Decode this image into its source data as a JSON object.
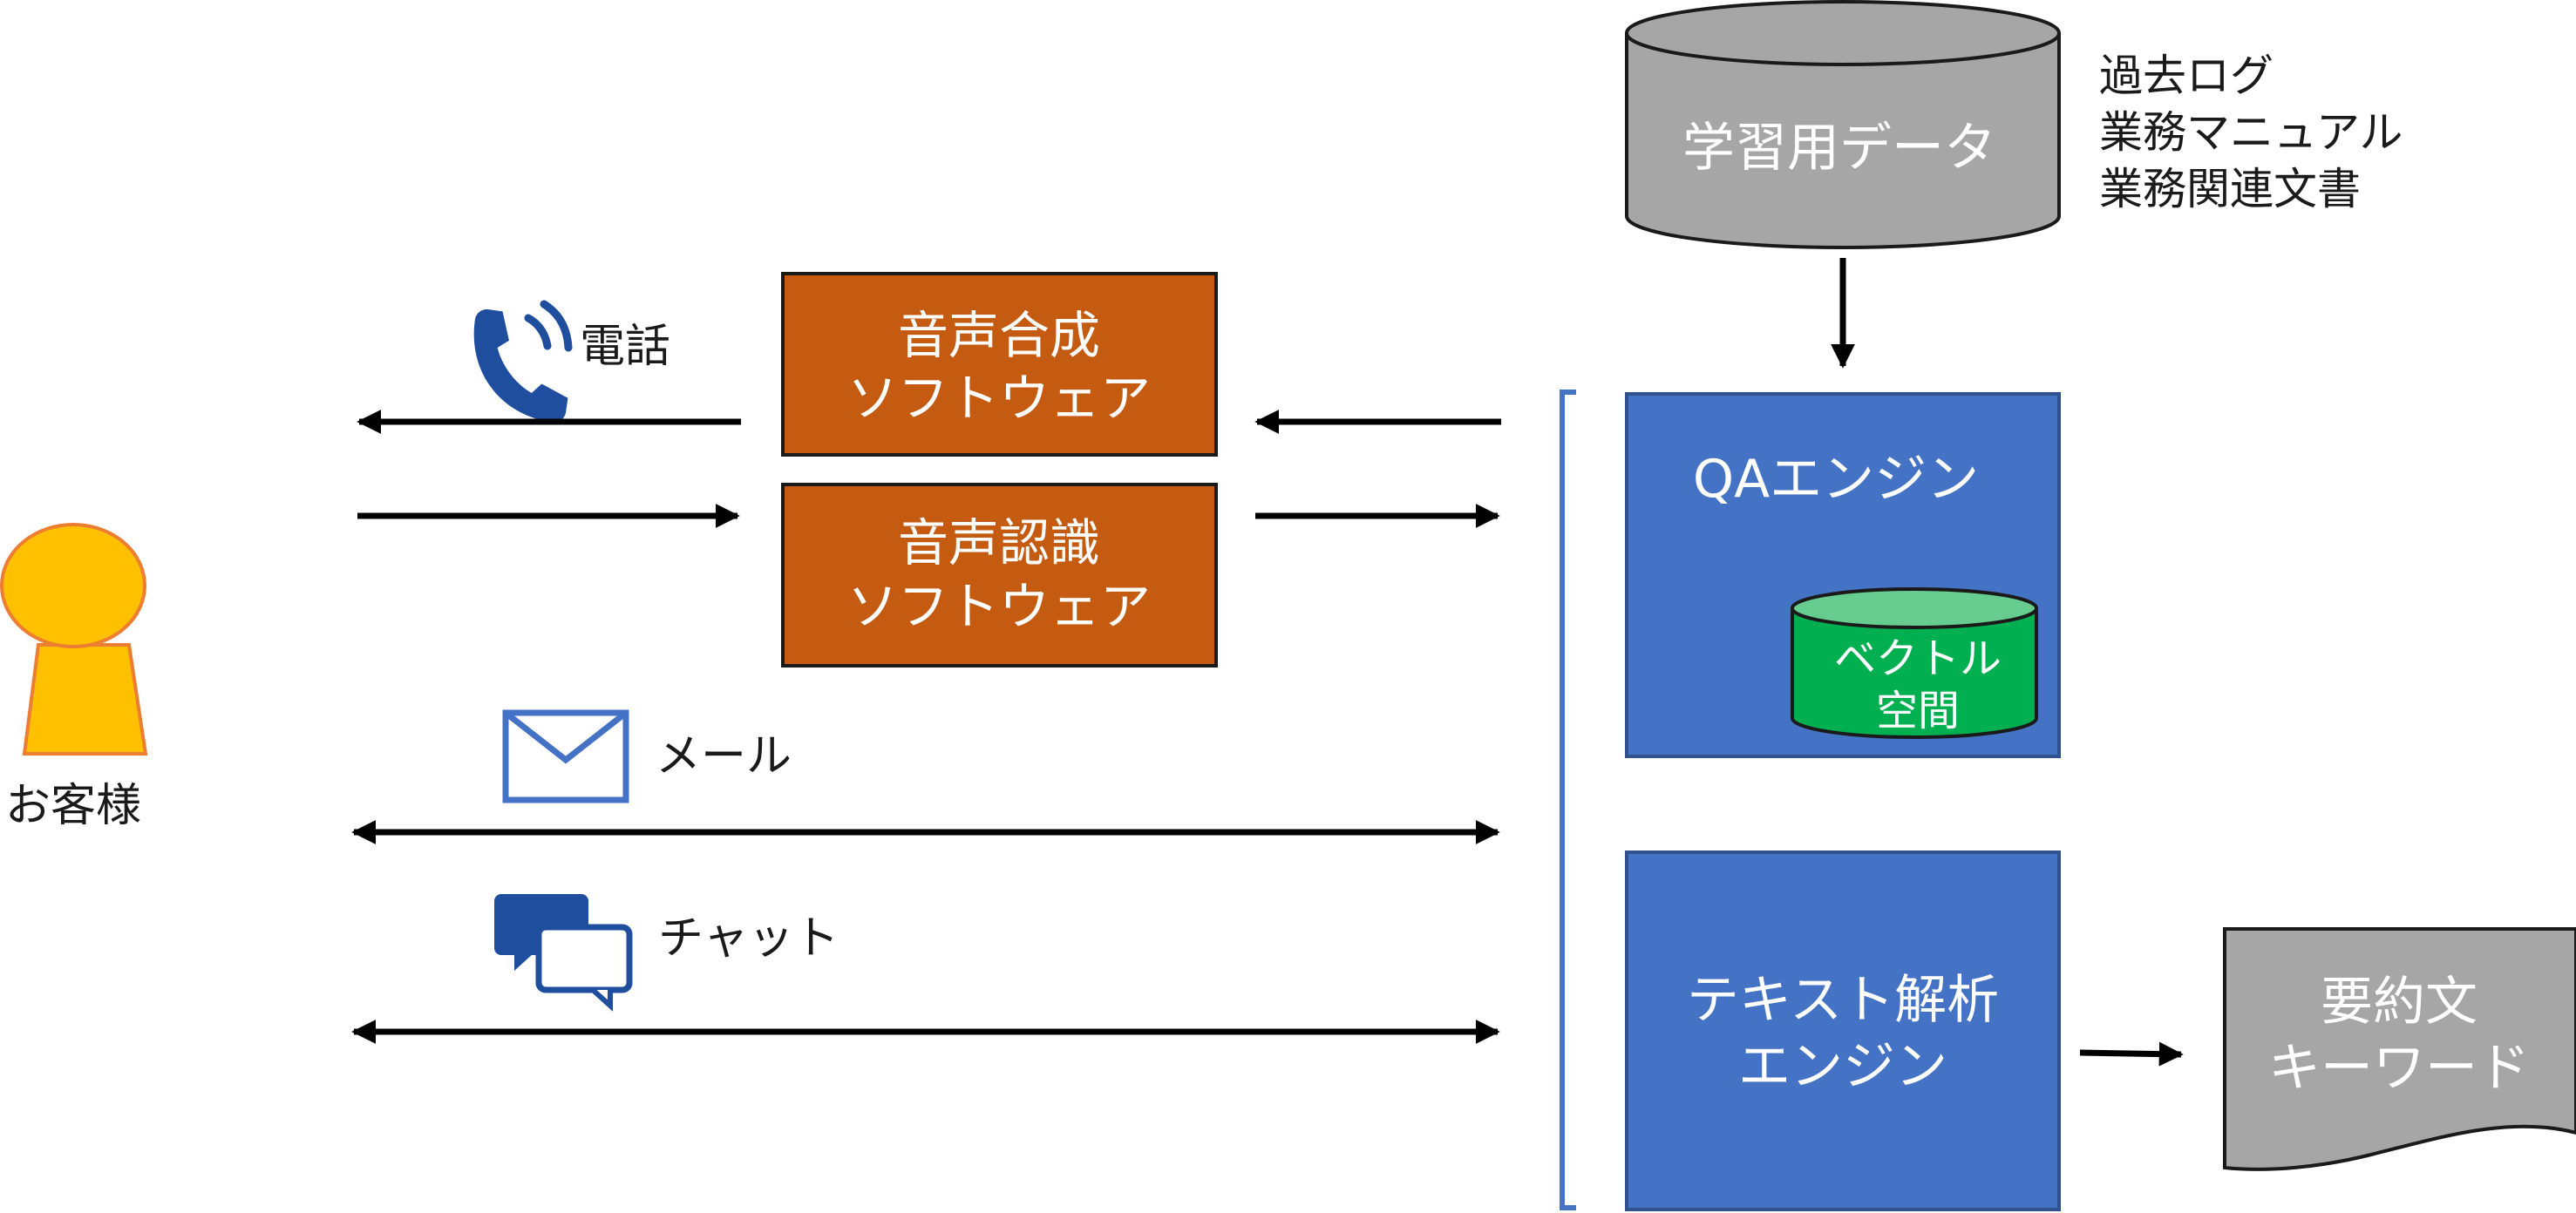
{
  "customer": {
    "label": "お客様"
  },
  "channels": {
    "phone": {
      "label": "電話",
      "icon": "phone-icon"
    },
    "mail": {
      "label": "メール",
      "icon": "envelope-icon"
    },
    "chat": {
      "label": "チャット",
      "icon": "chat-bubbles-icon"
    }
  },
  "tts": {
    "line1": "音声合成",
    "line2": "ソフトウェア"
  },
  "asr": {
    "line1": "音声認識",
    "line2": "ソフトウェア"
  },
  "training_db": {
    "label": "学習用データ",
    "sources": [
      "過去ログ",
      "業務マニュアル",
      "業務関連文書"
    ]
  },
  "qa_engine": {
    "label": "QAエンジン"
  },
  "vector_db": {
    "line1": "ベクトル",
    "line2": "空間"
  },
  "text_engine": {
    "line1": "テキスト解析",
    "line2": "エンジン"
  },
  "output_doc": {
    "line1": "要約文",
    "line2": "キーワード"
  },
  "colors": {
    "software_box": "#C55A11",
    "engine_box": "#4472C4",
    "vector_db": "#00B050",
    "vector_db_top": "#66CC8F",
    "gray": "#A6A6A6",
    "customer": "#FFC000",
    "customer_stroke": "#ED7D31",
    "icon_blue": "#1F4E9E",
    "bracket": "#4472C4"
  }
}
